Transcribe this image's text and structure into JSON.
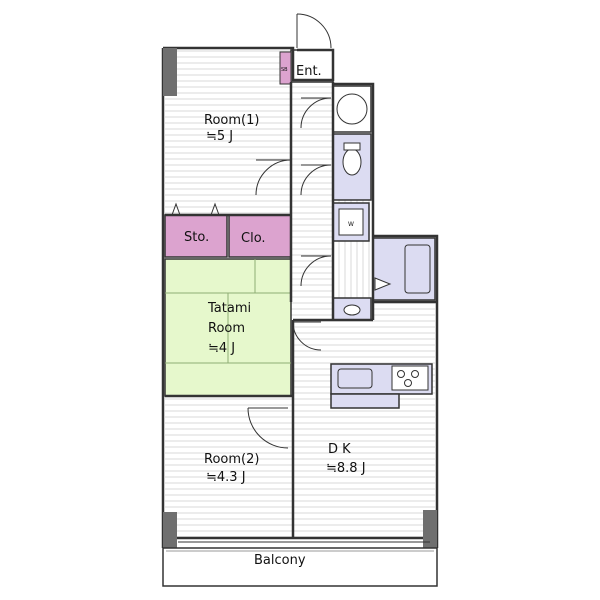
{
  "labels": {
    "entrance": "Ent.",
    "shoe_box": "SB",
    "room1_name": "Room(1)",
    "room1_size": "≒5 J",
    "storage": "Sto.",
    "closet": "Clo.",
    "tatami_line1": "Tatami",
    "tatami_line2": "Room",
    "tatami_size": "≒4 J",
    "room2_name": "Room(2)",
    "room2_size": "≒4.3 J",
    "dk_name": "D K",
    "dk_size": "≒8.8 J",
    "washer": "W",
    "balcony": "Balcony"
  },
  "colors": {
    "wall": "#333333",
    "floor_hatch": "#d9d9d9",
    "tatami": "#e6f8cc",
    "storage": "#dca3cf",
    "fixture": "#dcdcf2",
    "pillar": "#6f6f6f"
  }
}
